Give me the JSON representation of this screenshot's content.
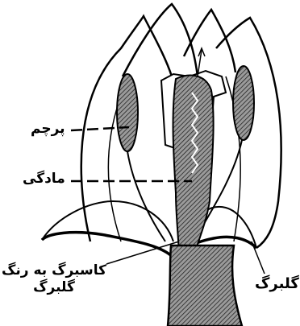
{
  "labels": {
    "stamen": "پرچم",
    "pistil": "مادگی",
    "colored_sepal_line1": "کاسبرگ به رنگ",
    "colored_sepal_line2": "گلبرگ",
    "petal": "گلبرگ"
  }
}
